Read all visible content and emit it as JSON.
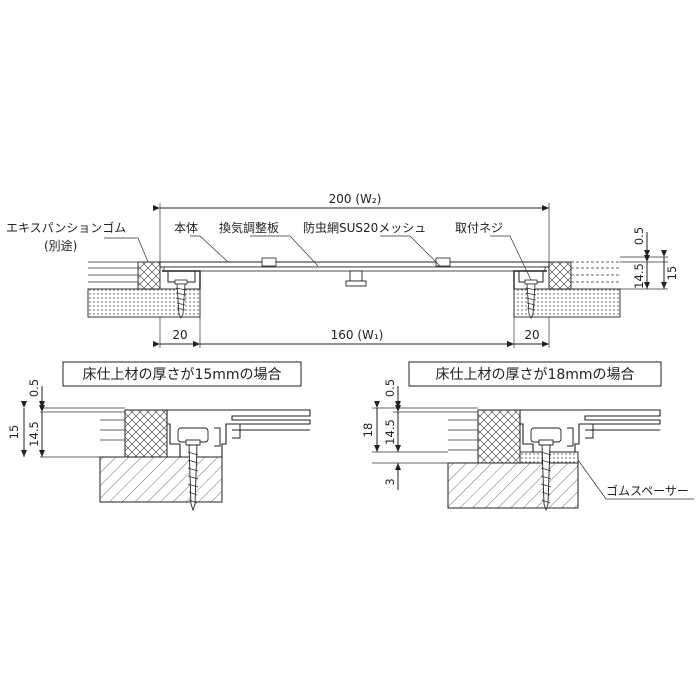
{
  "top": {
    "dim_total": "200 (W₂)",
    "dim_inner": "160 (W₁)",
    "dim_left": "20",
    "dim_right": "20",
    "dim_05": "0.5",
    "dim_145": "14.5",
    "dim_15": "15",
    "label_joint": "エキスパンションゴム",
    "label_joint_note": "(別途)",
    "label_body": "本体",
    "label_plate": "換気調整板",
    "label_mesh": "防虫網SUS20メッシュ",
    "label_screw": "取付ネジ"
  },
  "detail_15": {
    "caption": "床仕上材の厚さが15mmの場合",
    "dim_05": "0.5",
    "dim_145": "14.5",
    "dim_15": "15"
  },
  "detail_18": {
    "caption": "床仕上材の厚さが18mmの場合",
    "dim_05": "0.5",
    "dim_145": "14.5",
    "dim_18": "18",
    "dim_3": "3",
    "label_spacer": "ゴムスペーサー"
  }
}
